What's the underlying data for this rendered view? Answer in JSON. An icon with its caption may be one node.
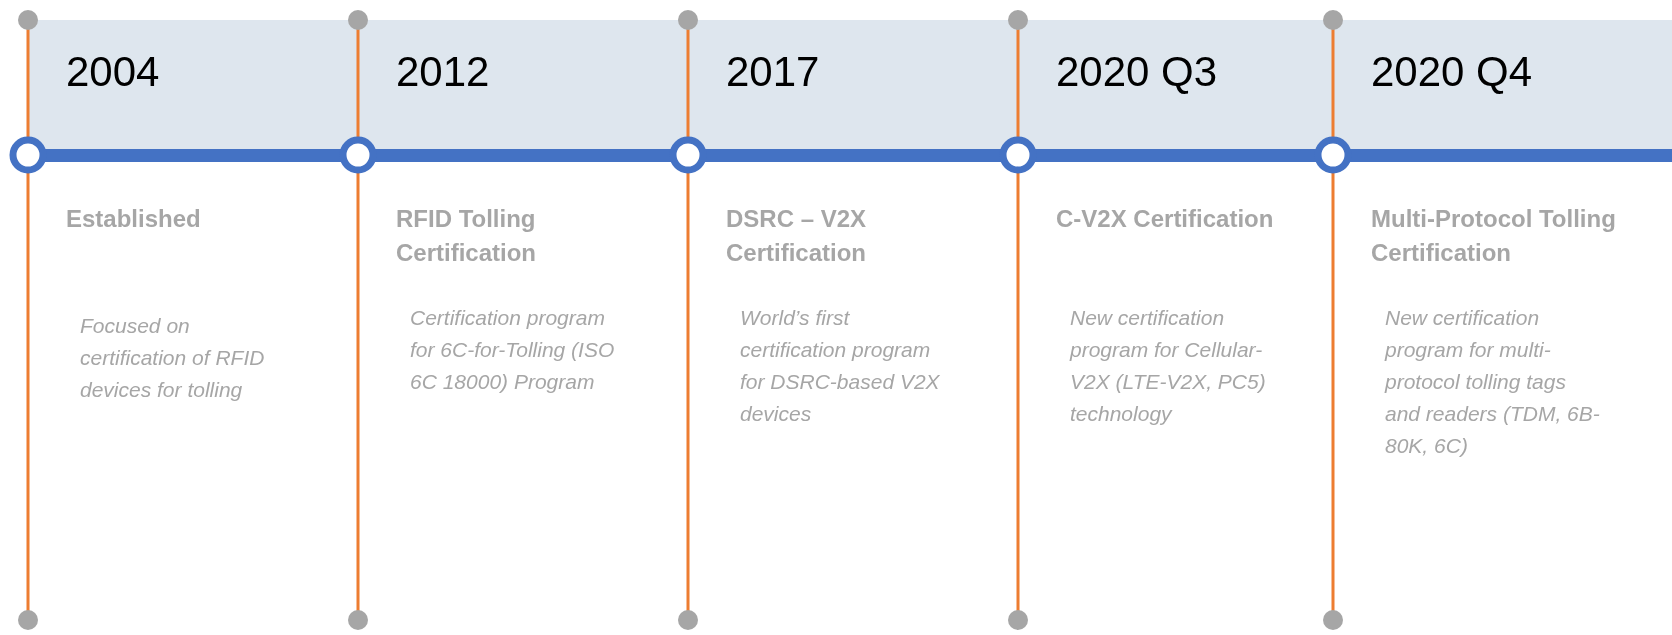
{
  "diagram": {
    "nodes": [
      {
        "text": [
          "2004",
          "Established",
          "Focused on certification of RFID devices for tolling"
        ]
      },
      {
        "text": [
          "2012",
          "RFID Tolling Certification",
          "Certification program for 6C-for-Tolling (ISO 6C 18000) Program"
        ]
      },
      {
        "text": [
          "2017",
          "DSRC – V2X Certification",
          "World’s first certification program for DSRC-based V2X devices"
        ]
      },
      {
        "text": [
          "2020 Q3",
          "C-V2X Certification",
          "New certification program for Cellular-V2X (LTE-V2X, PC5) technology"
        ]
      },
      {
        "text": [
          "2020 Q4",
          "Multi-Protocol Tolling Certification",
          "New certification program for multi-protocol tolling tags and readers (TDM, 6B-80K, 6C)"
        ]
      }
    ]
  }
}
